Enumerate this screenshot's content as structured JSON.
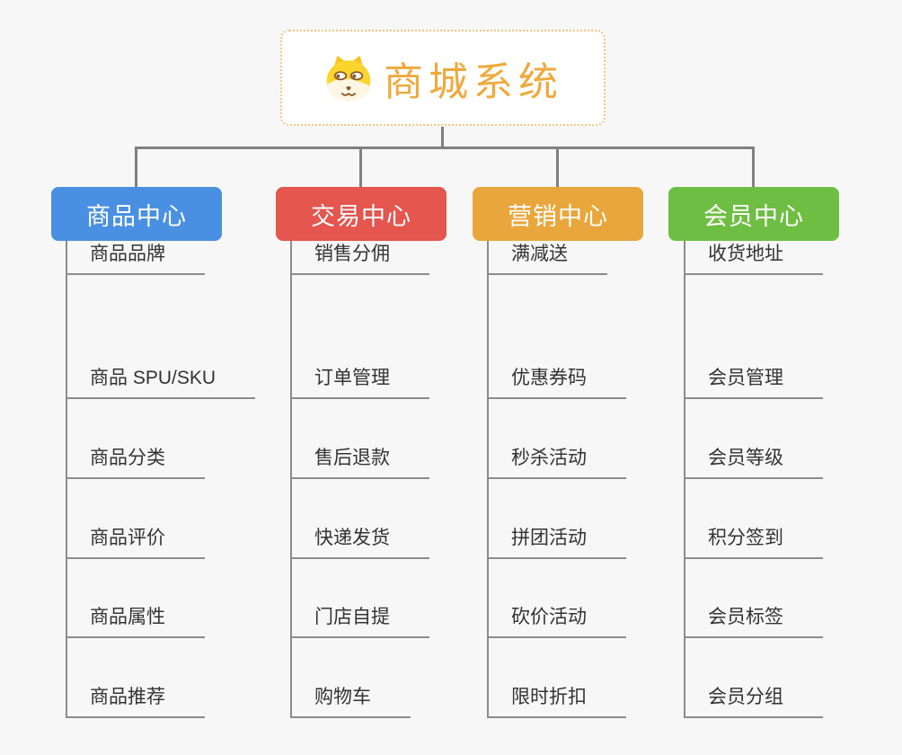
{
  "canvas": {
    "background": "#f7f7f7",
    "connector_color": "#808080",
    "leaf_line_color": "#8c8c8c"
  },
  "root": {
    "label": "商城系统",
    "icon": "doge-icon",
    "text_color": "#efa93c",
    "border_color": "#f2c47d",
    "background": "#ffffff"
  },
  "branches": [
    {
      "label": "商品中心",
      "color": "#4a90e2",
      "items": [
        "商品 SPU/SKU",
        "商品分类",
        "商品评价",
        "商品属性",
        "商品推荐",
        "商品品牌"
      ]
    },
    {
      "label": "交易中心",
      "color": "#e4564e",
      "items": [
        "订单管理",
        "售后退款",
        "快递发货",
        "门店自提",
        "购物车",
        "销售分佣"
      ]
    },
    {
      "label": "营销中心",
      "color": "#e9a63c",
      "items": [
        "优惠券码",
        "秒杀活动",
        "拼团活动",
        "砍价活动",
        "限时折扣",
        "满减送"
      ]
    },
    {
      "label": "会员中心",
      "color": "#6fbe44",
      "items": [
        "会员管理",
        "会员等级",
        "积分签到",
        "会员标签",
        "会员分组",
        "收货地址"
      ]
    }
  ]
}
